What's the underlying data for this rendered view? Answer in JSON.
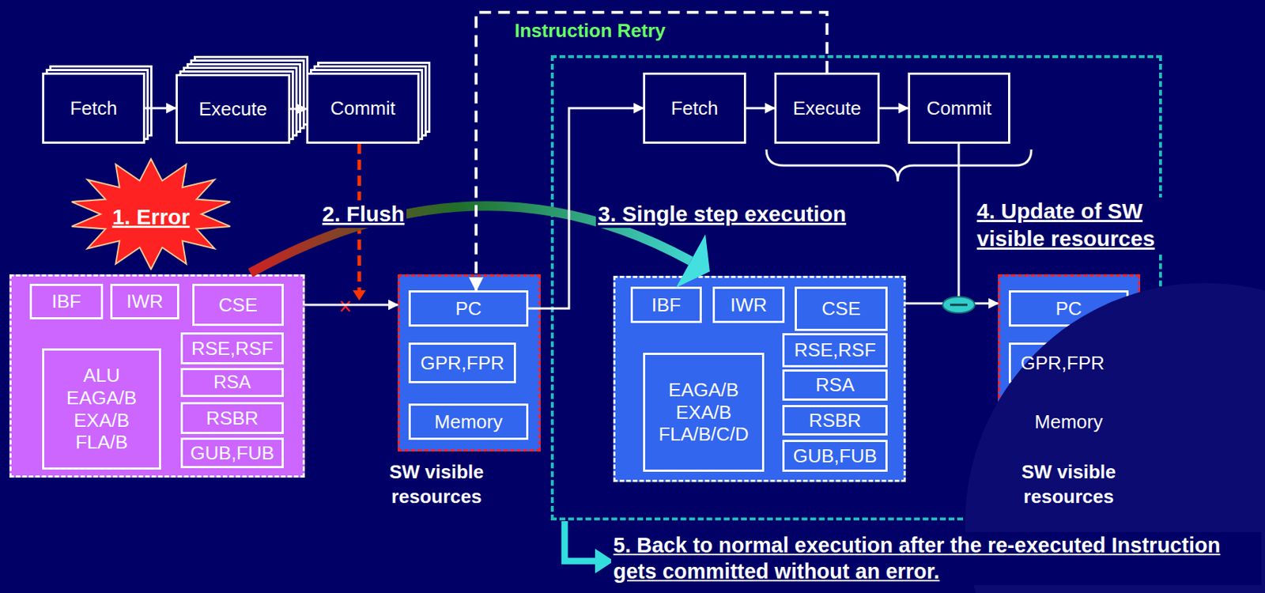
{
  "diagram": {
    "nodes": [
      {
        "text": [
          "Fetch"
        ]
      },
      {
        "text": [
          "Execute"
        ]
      },
      {
        "text": [
          "Commit"
        ]
      },
      {
        "text": [
          "1. Error"
        ]
      },
      {
        "text": []
      },
      {
        "text": [
          "IBF"
        ],
        "in": 4
      },
      {
        "text": [
          "IWR"
        ],
        "in": 4
      },
      {
        "text": [
          "CSE"
        ],
        "in": 4
      },
      {
        "text": [
          "ALU",
          "EAGA/B",
          "EXA/B",
          "FLA/B"
        ],
        "in": 4
      },
      {
        "text": [
          "RSE,RSF"
        ],
        "in": 4
      },
      {
        "text": [
          "RSA"
        ],
        "in": 4
      },
      {
        "text": [
          "RSBR"
        ],
        "in": 4
      },
      {
        "text": [
          "GUB,FUB"
        ],
        "in": 4
      },
      {
        "text": [
          "SW visible resources"
        ]
      },
      {
        "text": [
          "PC"
        ],
        "in": 13
      },
      {
        "text": [
          "GPR,FPR"
        ],
        "in": 13
      },
      {
        "text": [
          "Memory"
        ],
        "in": 13
      },
      {
        "text": []
      },
      {
        "text": [
          "Fetch"
        ],
        "in": 17
      },
      {
        "text": [
          "Execute"
        ],
        "in": 17
      },
      {
        "text": [
          "Commit"
        ],
        "in": 17
      },
      {
        "text": [],
        "in": 17
      },
      {
        "text": [
          "IBF"
        ],
        "in": 21
      },
      {
        "text": [
          "IWR"
        ],
        "in": 21
      },
      {
        "text": [
          "CSE"
        ],
        "in": 21
      },
      {
        "text": [
          "EAGA/B",
          "EXA/B",
          "FLA/B/C/D"
        ],
        "in": 21
      },
      {
        "text": [
          "RSE,RSF"
        ],
        "in": 21
      },
      {
        "text": [
          "RSA"
        ],
        "in": 21
      },
      {
        "text": [
          "RSBR"
        ],
        "in": 21
      },
      {
        "text": [
          "GUB,FUB"
        ],
        "in": 21
      },
      {
        "text": [
          "SW visible resources"
        ],
        "in": 17
      },
      {
        "text": [
          "PC"
        ],
        "in": 30
      },
      {
        "text": [
          "GPR,FPR"
        ],
        "in": 30
      },
      {
        "text": [
          "Memory"
        ],
        "in": 30
      }
    ],
    "edges": [
      {
        "from": 0,
        "to": 1,
        "arrow": "to"
      },
      {
        "from": 1,
        "to": 2,
        "arrow": "to"
      },
      {
        "from": 4,
        "to": 13,
        "arrow": "to"
      },
      {
        "from": 4,
        "to": 21,
        "arrow": "to"
      },
      {
        "from": 14,
        "to": 18,
        "arrow": "to"
      },
      {
        "from": 18,
        "to": 19,
        "arrow": "to"
      },
      {
        "from": 19,
        "to": 20,
        "arrow": "to"
      },
      {
        "from": 19,
        "to": 14,
        "arrow": "to"
      },
      {
        "from": 21,
        "to": 30,
        "arrow": "to"
      }
    ],
    "labels": [
      "2. Flush",
      "Instruction Retry",
      "3. Single step execution",
      "4. Update of SW visible resources",
      "5. Back to normal execution after the re-executed Instruction gets committed without an error."
    ]
  }
}
